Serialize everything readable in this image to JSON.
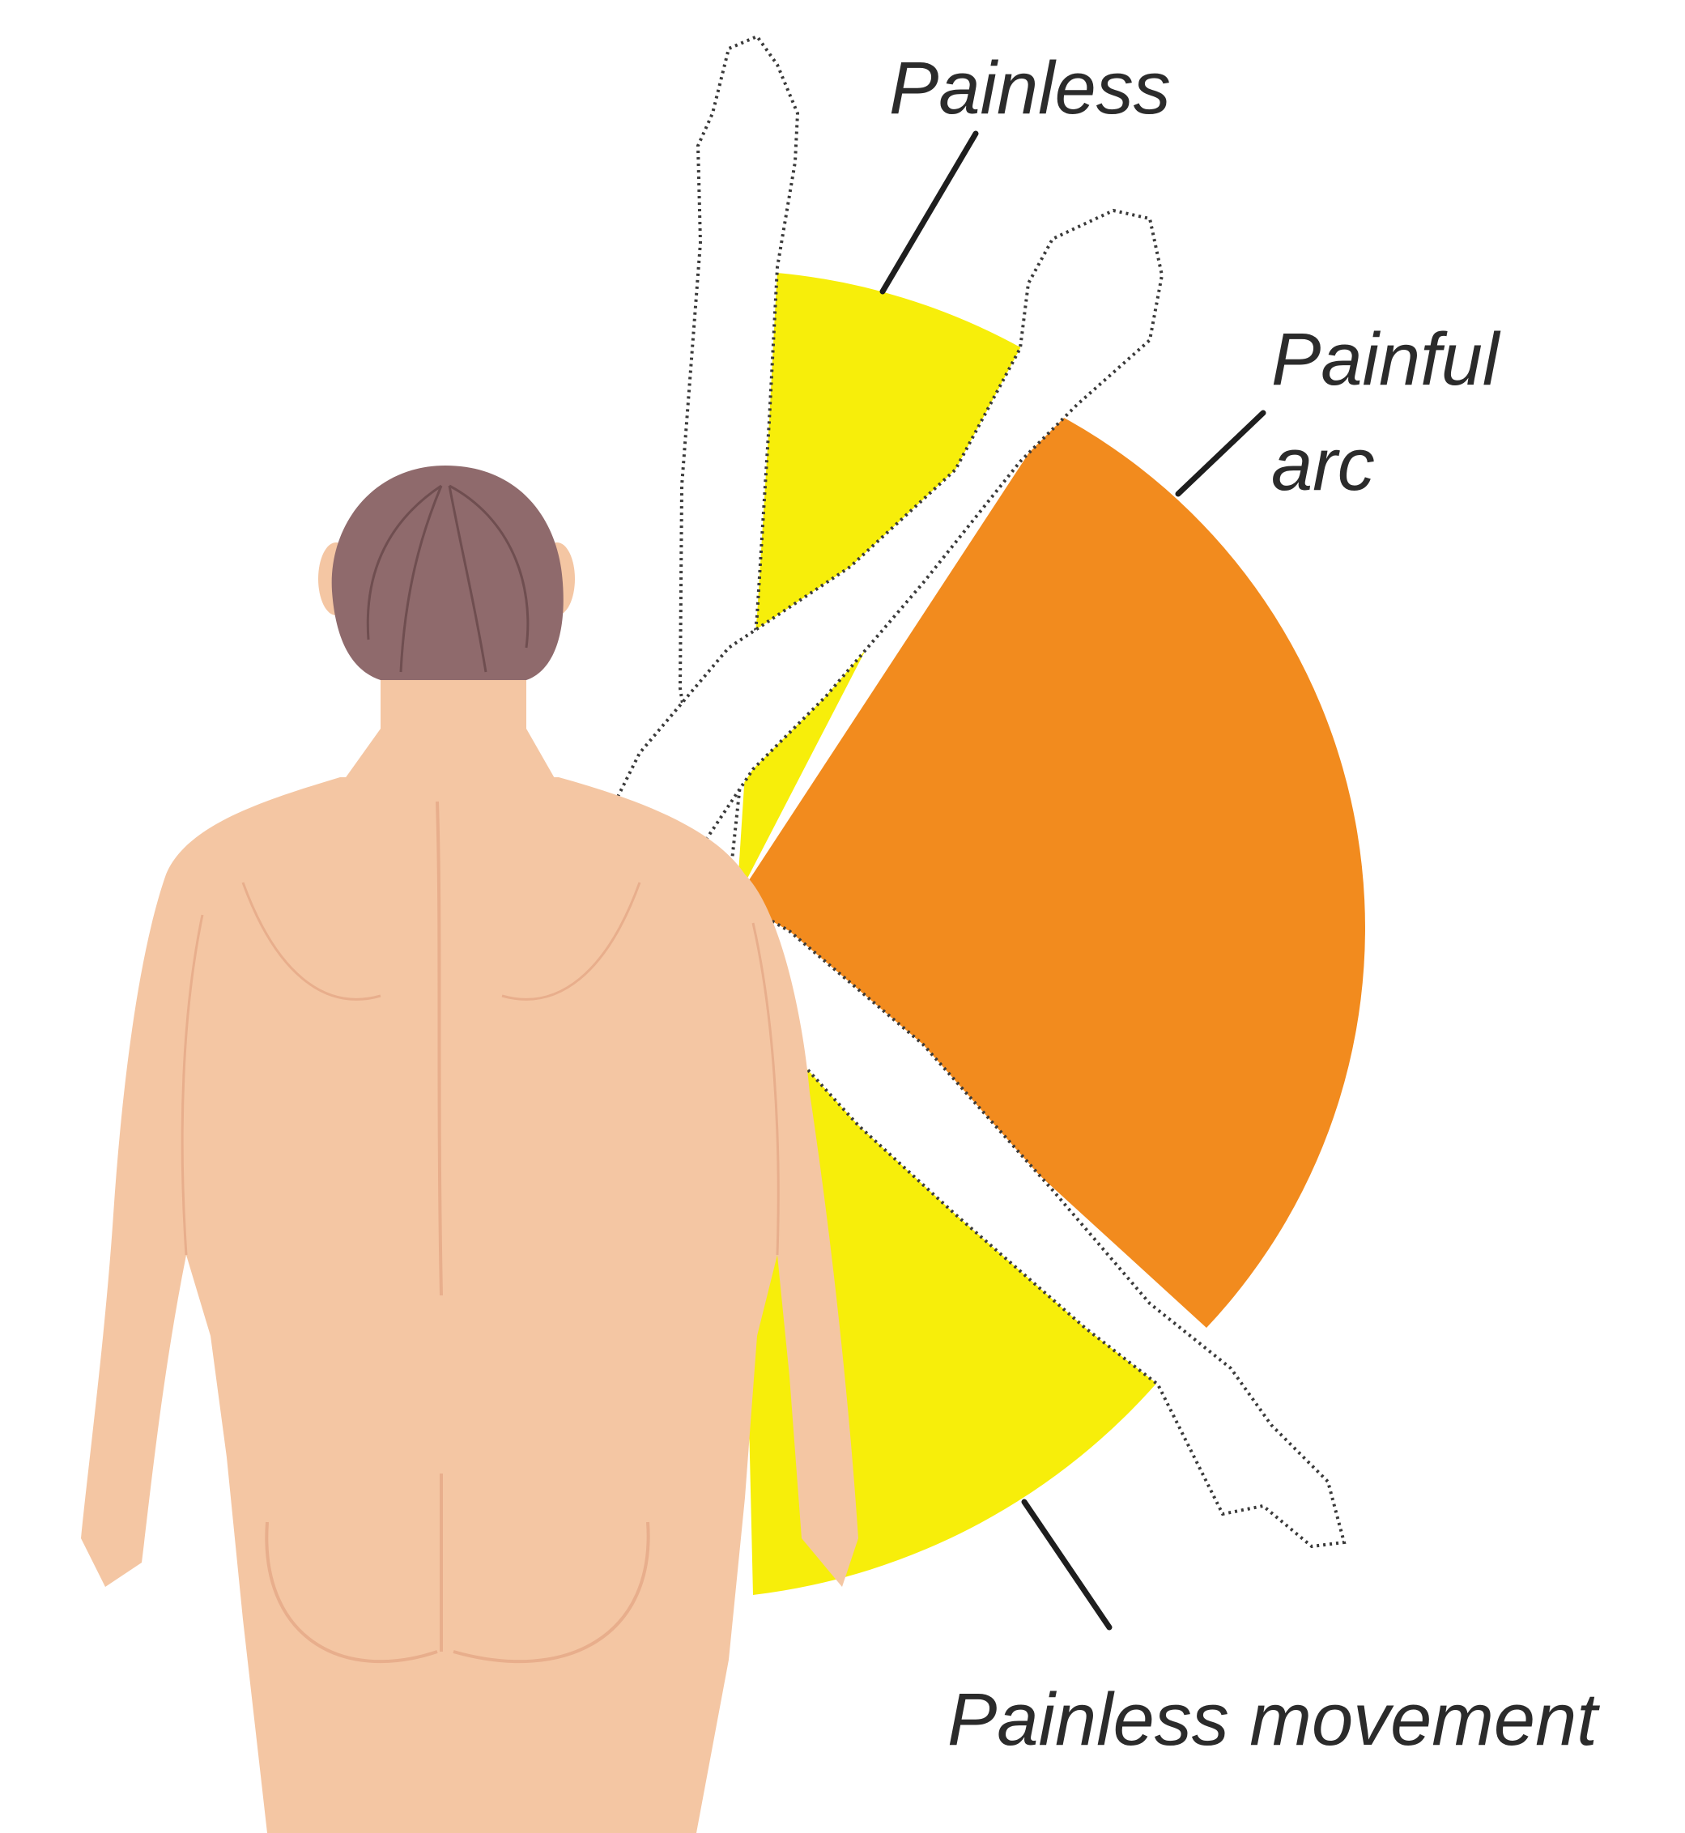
{
  "labels": {
    "painless_top": "Painless",
    "painful_arc_line1": "Painful",
    "painful_arc_line2": "arc",
    "painless_movement": "Painless movement"
  },
  "colors": {
    "painless": "#f7ee0a",
    "painful": "#f28b1e",
    "skin": "#f4c6a3",
    "skin_shadow": "#e8ae8c",
    "hair": "#8f6a6c",
    "outline": "#3a3a3a"
  }
}
